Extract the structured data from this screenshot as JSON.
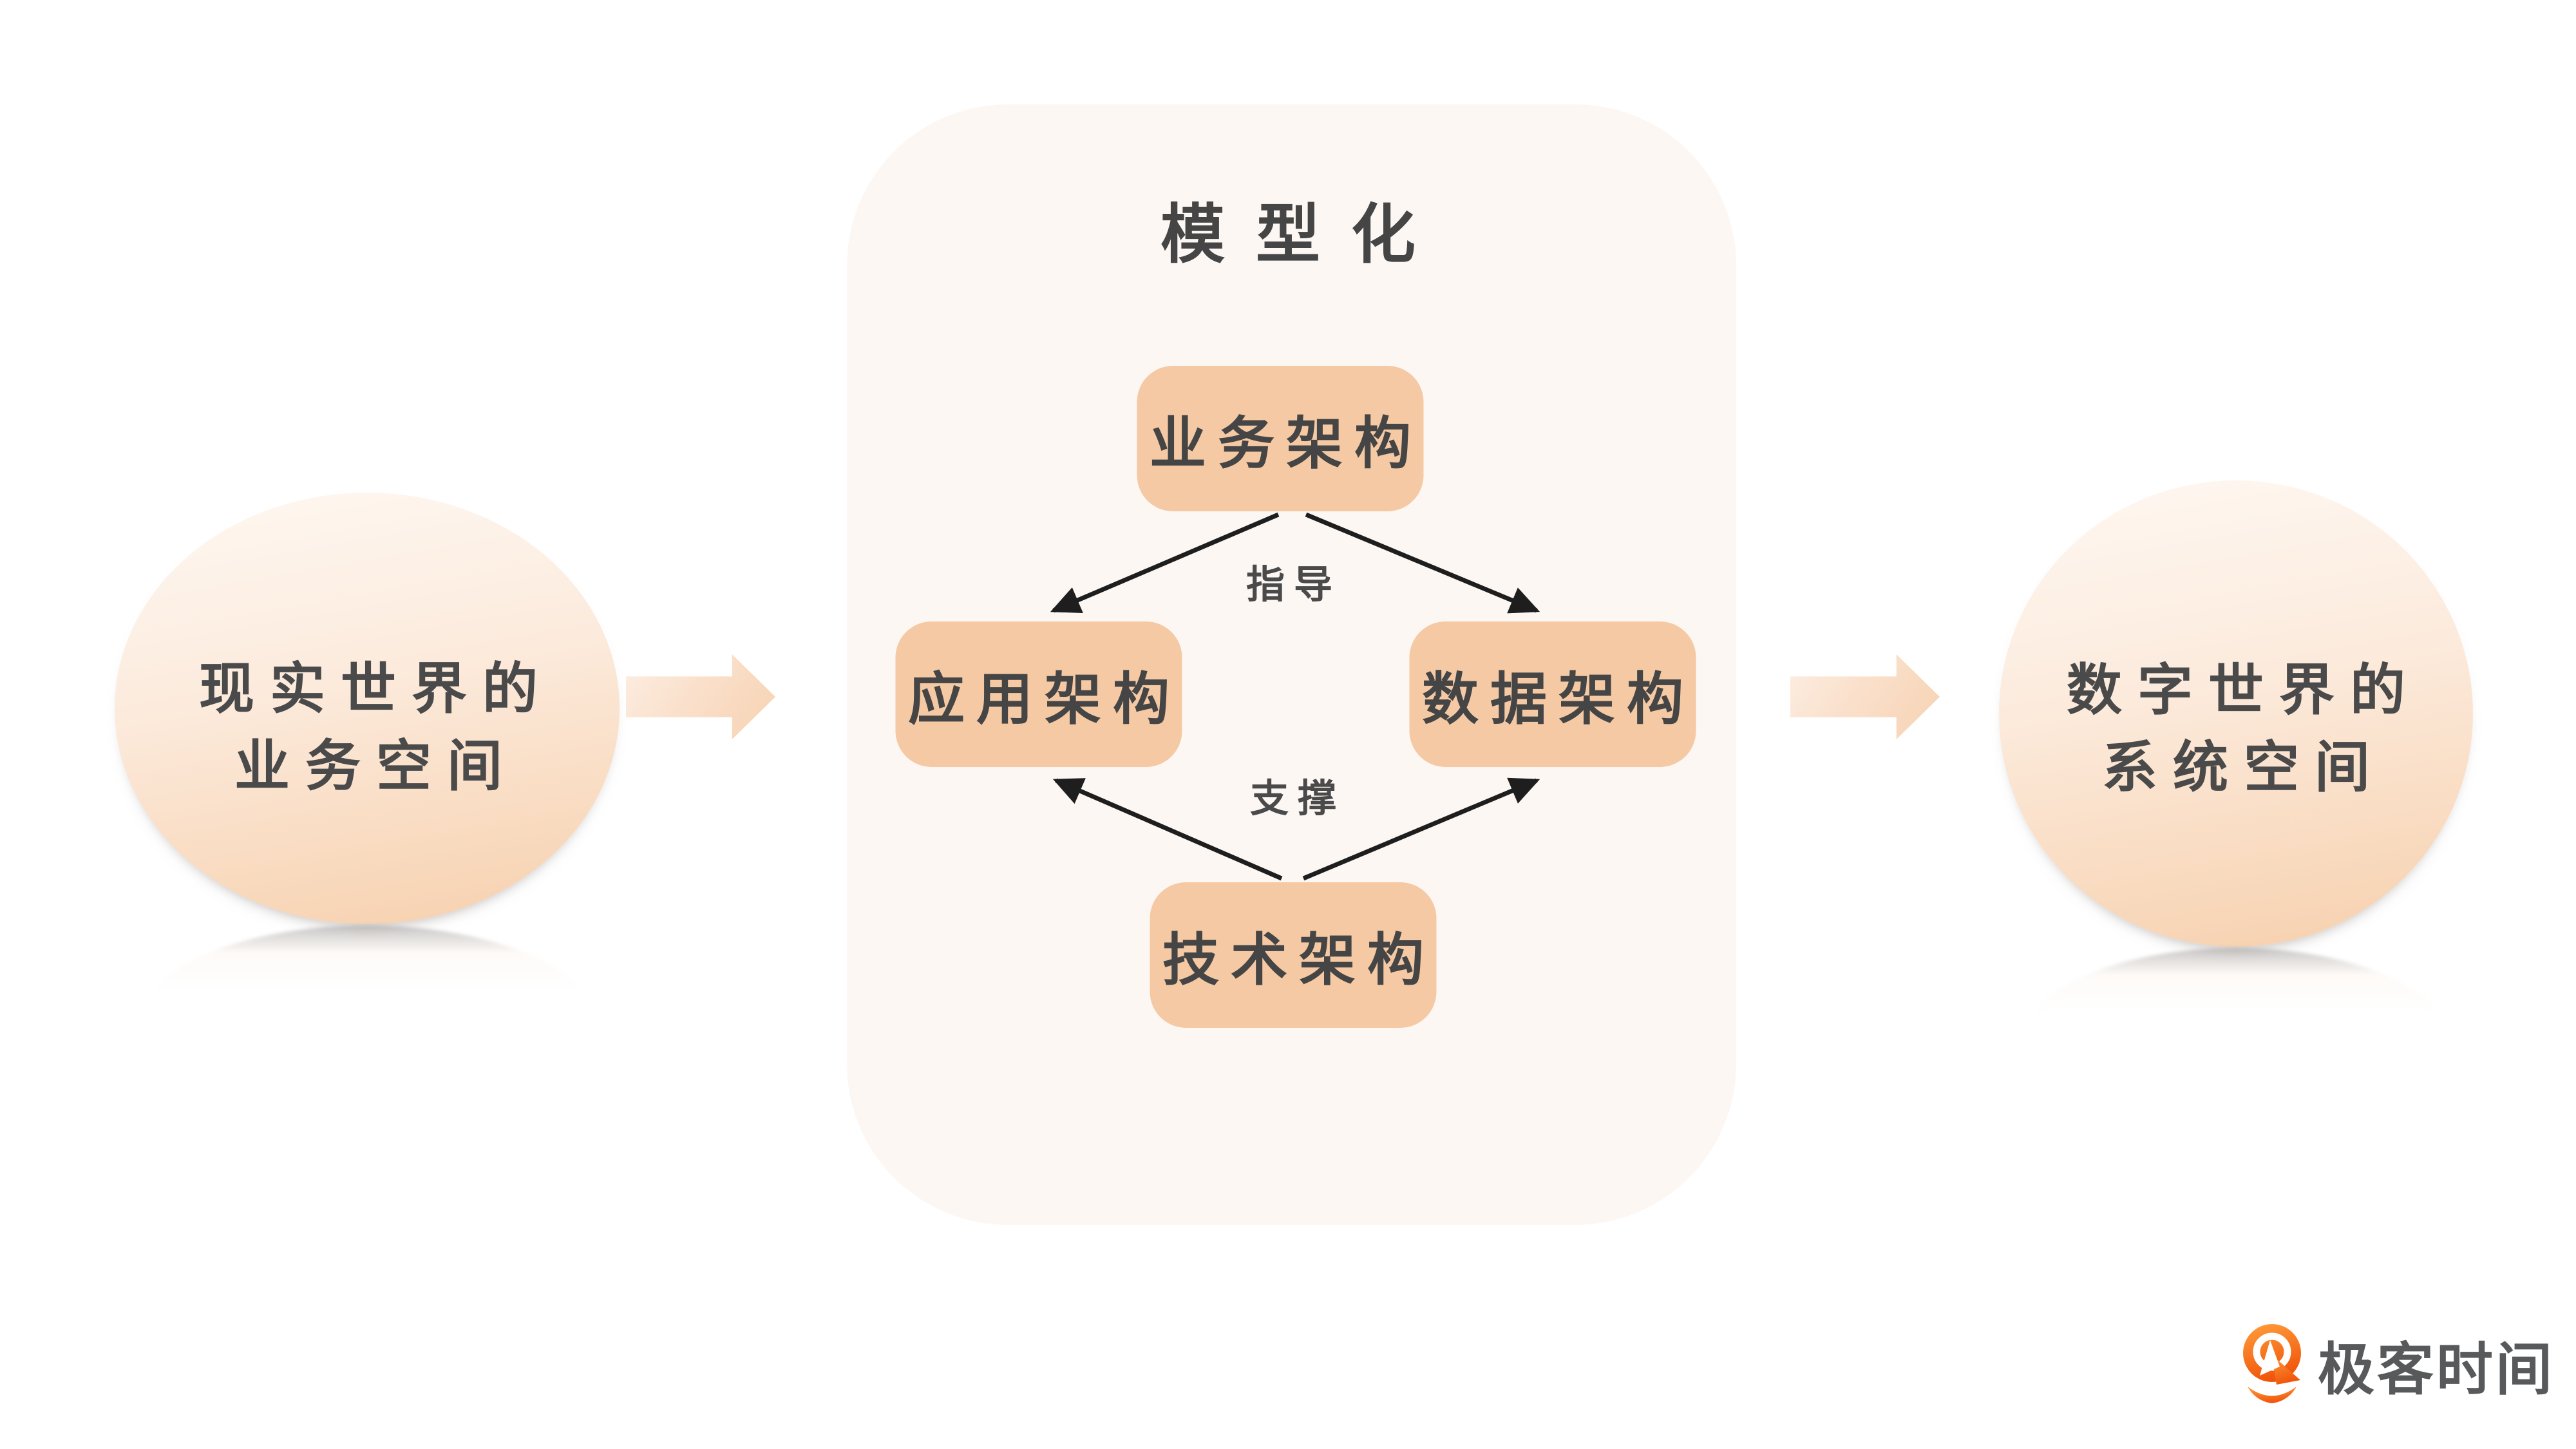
{
  "panel": {
    "title": "模型化",
    "nodes": {
      "business": "业务架构",
      "application": "应用架构",
      "data": "数据架构",
      "technology": "技术架构"
    },
    "edge_labels": {
      "guide": "指导",
      "support": "支撑"
    }
  },
  "left_circle": {
    "line1": "现实世界的",
    "line2": "业务空间"
  },
  "right_circle": {
    "line1": "数字世界的",
    "line2": "系统空间"
  },
  "logo": {
    "text": "极客时间"
  },
  "colors": {
    "node_fill": "#F5C9A4",
    "panel_bg": "#FDF7F4",
    "circle_gradient_top": "#FEF8F2",
    "circle_gradient_bottom": "#F6CFAC",
    "text_dark": "#474747",
    "edge_line": "#1E1E1E",
    "brand_orange": "#F25C02",
    "logo_text_gray": "#58595B"
  }
}
